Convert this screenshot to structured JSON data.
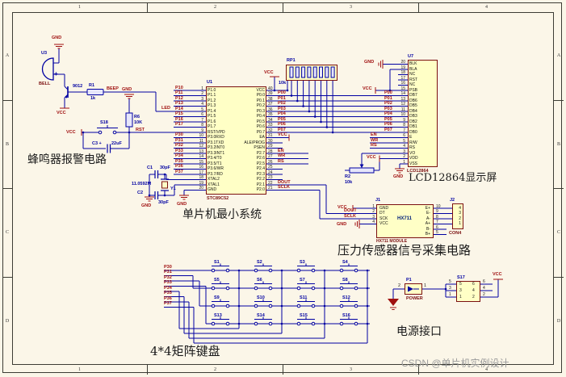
{
  "app": {
    "watermark": "CSDN @单片机实例设计"
  },
  "frame": {
    "col_labels": [
      "1",
      "2",
      "3",
      "4"
    ],
    "row_labels": [
      "A",
      "B",
      "C",
      "D"
    ]
  },
  "titles": {
    "buzzer": "蜂鸣器报警电路",
    "mcu": "单片机最小系统",
    "lcd": "LCD12864显示屏",
    "sensor": "压力传感器信号采集电路",
    "keypad": "4*4矩阵键盘",
    "power": "电源接口"
  },
  "colors": {
    "wire": "#0000A2",
    "net_label": "#A01010",
    "designator": "#0000A2",
    "part": "#7B1010",
    "component_fill": "#FFFFC6",
    "component_border": "#7B1010",
    "background": "#FBF6E8"
  },
  "buzzer": {
    "u3": "U3",
    "bell": "BELL",
    "plus": "+",
    "q": "9012",
    "r1": "R1",
    "r1_val": "1k",
    "beep": "BEEP",
    "gnd_top": "GND",
    "vcc_bottom": "VCC",
    "led": "LED"
  },
  "reset": {
    "gnd": "GND",
    "r6": "R6",
    "r6_val": "10K",
    "s18": "S18",
    "vcc": "VCC",
    "rst": "RST",
    "c3": "C3 +",
    "c3_val": "22uF"
  },
  "mcu": {
    "ref": "U1",
    "part": "STC89C52",
    "left_nums": [
      "1",
      "2",
      "3",
      "4",
      "5",
      "6",
      "7",
      "8",
      "9",
      "10",
      "11",
      "12",
      "13",
      "14",
      "15",
      "16",
      "17",
      "18",
      "19",
      "20"
    ],
    "left_names": [
      "P1.0",
      "P1.1",
      "P1.2",
      "P1.3",
      "P1.4",
      "P1.5",
      "P1.6",
      "P1.7",
      "RST/VPD",
      "P3.0RXD",
      "P3.1TXD",
      "P3.2INT0",
      "P3.3INT1",
      "P3.4/T0",
      "P3.5/T1",
      "P3.6/WR",
      "P3.7/RD",
      "XTAL2",
      "XTAL1",
      "GND"
    ],
    "left_nets": [
      "P10",
      "P11",
      "P12",
      "P13",
      "P14",
      "P15",
      "P16",
      "P17",
      "",
      "P30",
      "P31",
      "P32",
      "P33",
      "P34",
      "P35",
      "P36",
      "P37"
    ],
    "right_nums": [
      "40",
      "39",
      "38",
      "37",
      "36",
      "35",
      "34",
      "33",
      "32",
      "31",
      "30",
      "29",
      "28",
      "27",
      "26",
      "25",
      "24",
      "23",
      "22",
      "21"
    ],
    "right_names": [
      "VCC",
      "P0.0",
      "P0.1",
      "P0.2",
      "P0.3",
      "P0.4",
      "P0.5",
      "P0.6",
      "P0.7",
      "EA",
      "ALE/PROG",
      "PSEN",
      "P2.7",
      "P2.6",
      "P2.5",
      "P2.4",
      "P2.3",
      "P2.2",
      "P2.1",
      "P2.0"
    ],
    "right_nets": [
      "",
      "P00",
      "P01",
      "P02",
      "P03",
      "P04",
      "P05",
      "P06",
      "P07",
      "VCC",
      "",
      "",
      "EN",
      "WR",
      "RS",
      "",
      "",
      "",
      "DOUT",
      "SCLK"
    ]
  },
  "xtal": {
    "c1": "C1",
    "c1_val": "30pF",
    "c2": "C2",
    "c2_val": "30pF",
    "y1": "Y1",
    "freq": "11.0592M",
    "gnd_left": "GND",
    "gnd_right": "GND"
  },
  "rp1": {
    "ref": "RP1",
    "val": "10k",
    "vcc": "VCC"
  },
  "lcd": {
    "ref": "U7",
    "part": "LCD12864",
    "nums": [
      "20",
      "19",
      "18",
      "17",
      "16",
      "15",
      "14",
      "13",
      "12",
      "11",
      "10",
      "9",
      "8",
      "7",
      "6",
      "5",
      "4",
      "3",
      "2",
      "1"
    ],
    "names": [
      "BLK",
      "BLA",
      "NC",
      "RST",
      "NC",
      "PSB",
      "DB7",
      "DB6",
      "DB5",
      "DB4",
      "DB3",
      "DB2",
      "DB1",
      "DB0",
      "E",
      "R/W",
      "RS",
      "VO",
      "VDD",
      "VSS"
    ],
    "data_nets": [
      "P00",
      "P01",
      "P02",
      "P03",
      "P04",
      "P05",
      "P06",
      "P07"
    ],
    "ctrl_nets": [
      "EN",
      "WR",
      "RS"
    ],
    "gnd_top": "GND",
    "vcc_psb": "VCC",
    "vcc_vdd": "VCC",
    "gnd_bottom": "GND",
    "r2": "R2",
    "r2_val": "10k"
  },
  "sensor": {
    "j1_ref": "J1",
    "chip": "HX711",
    "module": "HX711 MODULE",
    "left_nums": [
      "1",
      "2",
      "3",
      "4"
    ],
    "left_names": [
      "GND",
      "DT",
      "SCK",
      "VCC"
    ],
    "right_nums": [
      "10",
      "9",
      "8",
      "7",
      "6",
      "5"
    ],
    "right_names": [
      "E+",
      "E-",
      "A-",
      "A+",
      "B-",
      "B+"
    ],
    "vcc": "VCC",
    "gnd": "GND",
    "dout": "DOUT",
    "sclk": "SCLK",
    "j2_ref": "J2",
    "j2_part": "CON4",
    "j2_nums": [
      "4",
      "3",
      "2",
      "1"
    ]
  },
  "keypad": {
    "nets": [
      "P30",
      "P31",
      "P32",
      "P33",
      "P34",
      "P35",
      "P36",
      "P37"
    ],
    "switches": [
      "S1",
      "S2",
      "S3",
      "S4",
      "S5",
      "S6",
      "S7",
      "S8",
      "S9",
      "S10",
      "S11",
      "S12",
      "S13",
      "S14",
      "S15",
      "S16"
    ]
  },
  "power": {
    "p1_ref": "P1",
    "p1_part": "POWER",
    "p1_nums": [
      "2",
      "1"
    ],
    "s17_ref": "S17",
    "s17_left_out": [
      "5",
      "3",
      "1"
    ],
    "s17_right_out": [
      "6",
      "4",
      "2"
    ],
    "s17_left_in": [
      "5",
      "3",
      "1"
    ],
    "s17_right_in": [
      "6",
      "4",
      "2"
    ],
    "vcc": "VCC"
  }
}
